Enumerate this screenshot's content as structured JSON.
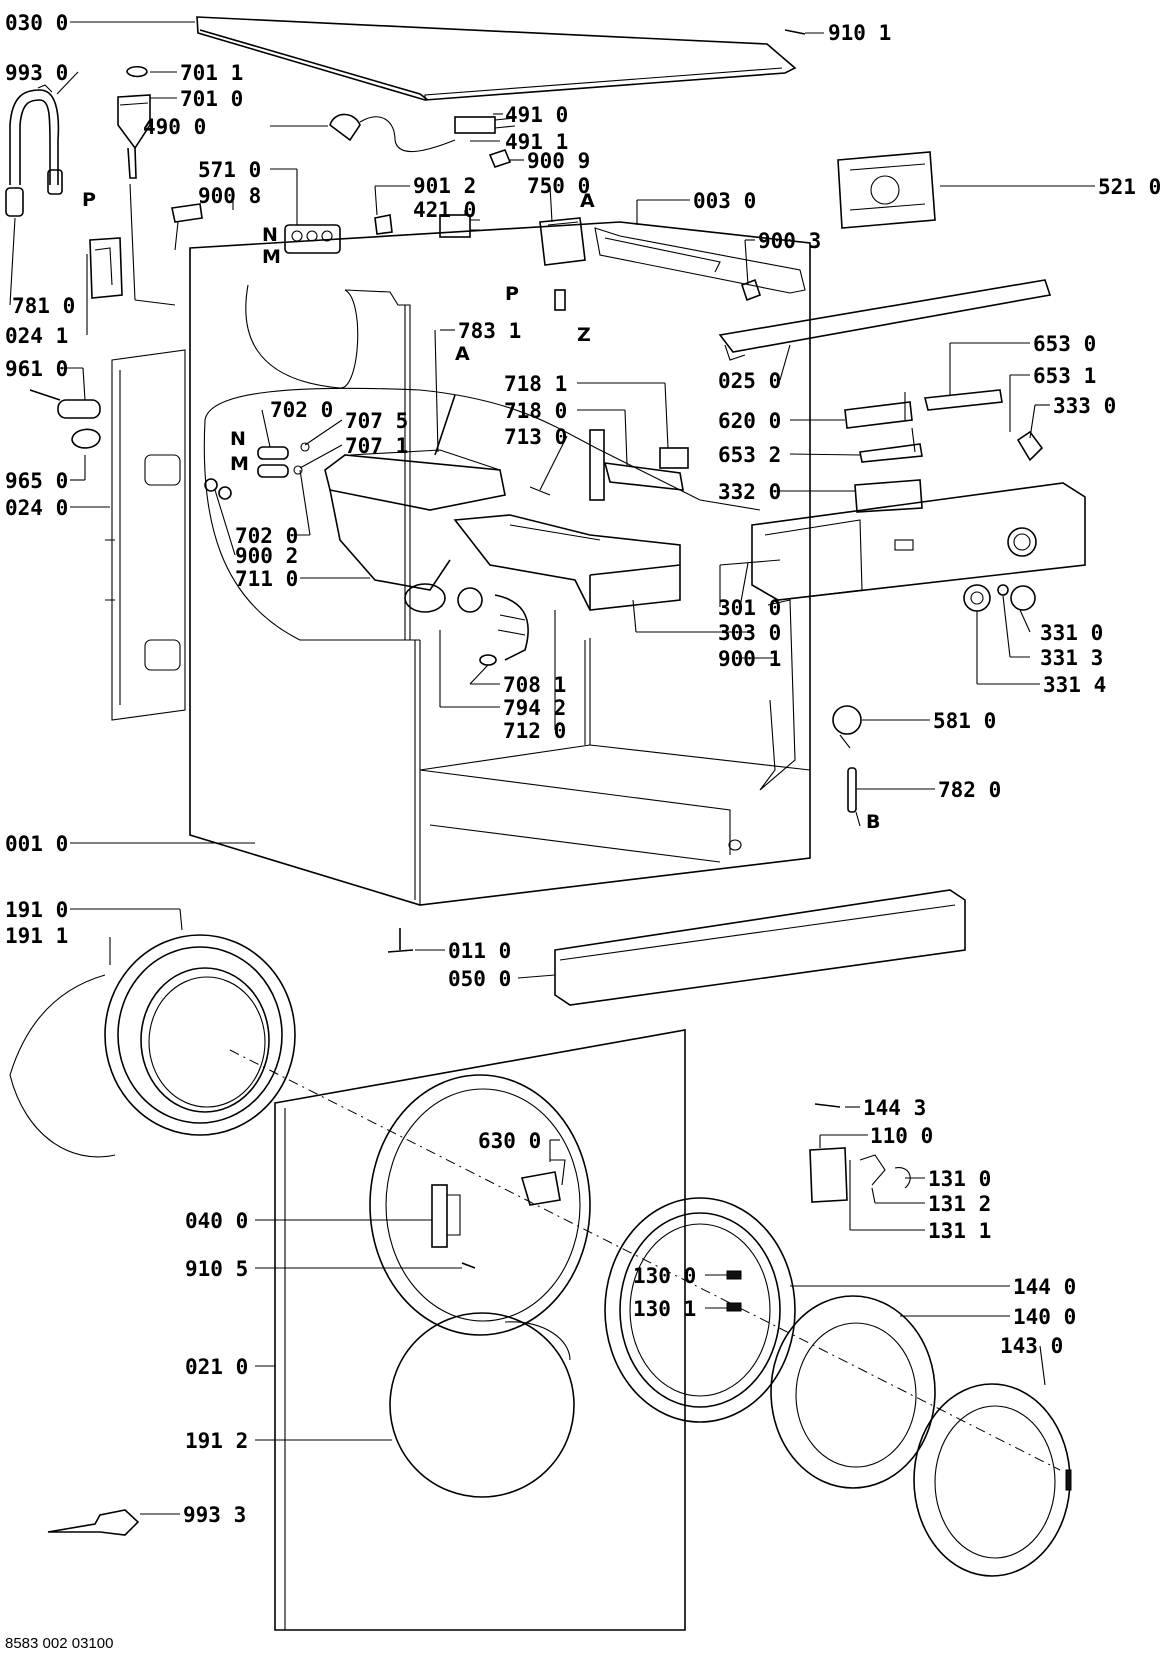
{
  "document": {
    "drawing_number": "8583 002 03100"
  },
  "letters": [
    "P",
    "N",
    "M",
    "A",
    "Z",
    "B"
  ],
  "callouts": [
    "030 0",
    "910 1",
    "993 0",
    "701 1",
    "701 0",
    "490 0",
    "491 0",
    "491 1",
    "900 9",
    "571 0",
    "900 8",
    "901 2",
    "750 0",
    "421 0",
    "003 0",
    "521 0",
    "900 3",
    "781 0",
    "024 1",
    "025 0",
    "783 1",
    "653 0",
    "961 0",
    "653 1",
    "702 0",
    "707 5",
    "707 1",
    "718 1",
    "718 0",
    "713 0",
    "333 0",
    "620 0",
    "653 2",
    "965 0",
    "024 0",
    "332 0",
    "702 0",
    "900 2",
    "711 0",
    "301 0",
    "303 0",
    "900 1",
    "331 0",
    "331 3",
    "708 1",
    "794 2",
    "331 4",
    "712 0",
    "581 0",
    "782 0",
    "001 0",
    "191 0",
    "191 1",
    "011 0",
    "050 0",
    "144 3",
    "110 0",
    "630 0",
    "131 0",
    "131 2",
    "131 1",
    "040 0",
    "910 5",
    "130 0",
    "144 0",
    "130 1",
    "140 0",
    "143 0",
    "021 0",
    "191 2",
    "993 3"
  ]
}
